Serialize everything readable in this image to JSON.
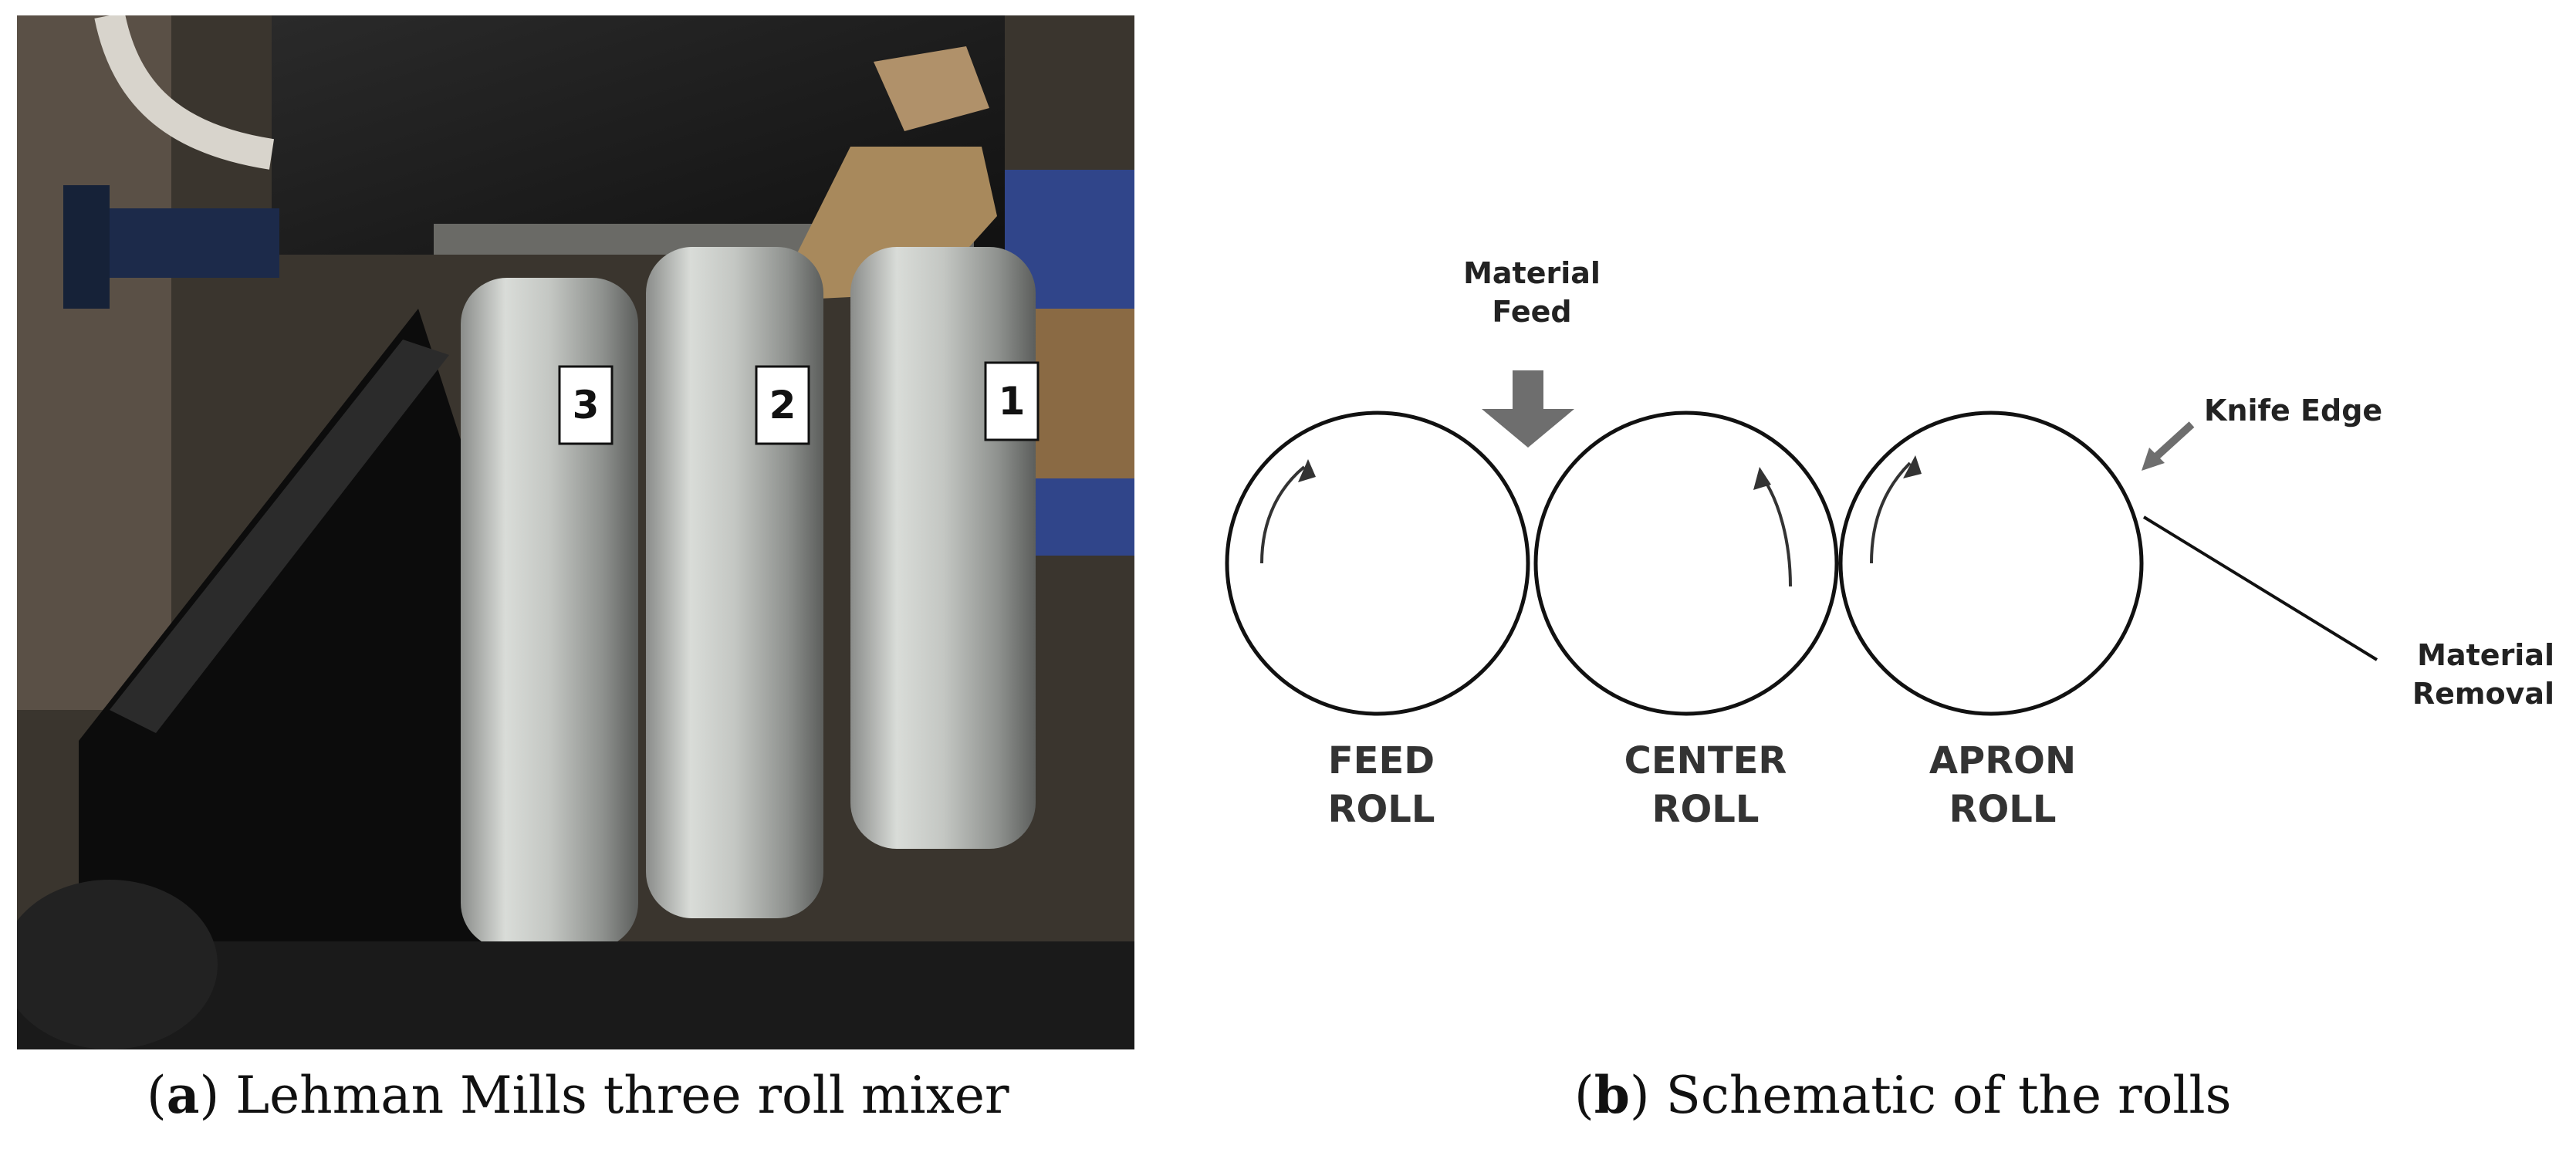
{
  "panel_a": {
    "photo_description_labels": [
      "3",
      "2",
      "1"
    ]
  },
  "panel_b": {
    "material_feed_line1": "Material",
    "material_feed_line2": "Feed",
    "knife_edge": "Knife Edge",
    "material_removal_line1": "Material",
    "material_removal_line2": "Removal",
    "rolls": [
      {
        "line1": "FEED",
        "line2": "ROLL"
      },
      {
        "line1": "CENTER",
        "line2": "ROLL"
      },
      {
        "line1": "APRON",
        "line2": "ROLL"
      }
    ]
  },
  "captions": {
    "a_letter": "a",
    "a_text": " Lehman Mills three roll mixer",
    "b_letter": "b",
    "b_text": " Schematic of the rolls"
  },
  "colors": {
    "arrow_gray": "#6e6e6e",
    "circle_stroke": "#111111"
  }
}
